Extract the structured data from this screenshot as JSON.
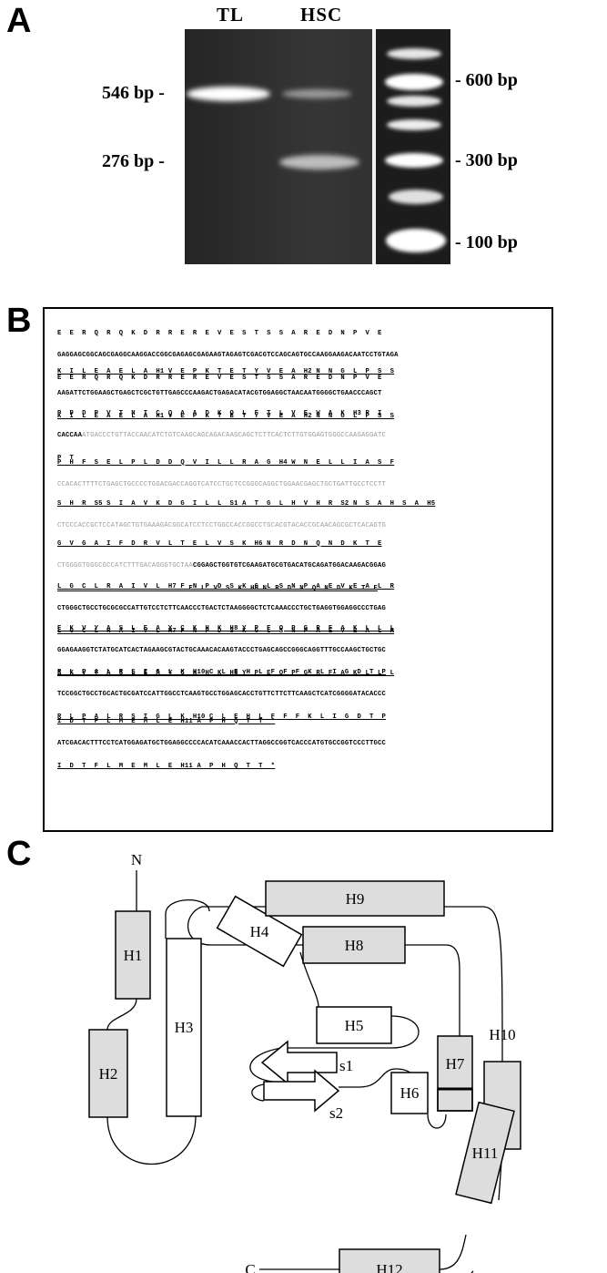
{
  "panels": {
    "a": "A",
    "b": "B",
    "c": "C"
  },
  "gel": {
    "lanes": [
      "TL",
      "HSC"
    ],
    "left_sizes": [
      "546 bp -",
      "276 bp -"
    ],
    "ladder_sizes": [
      "- 600 bp",
      "- 300 bp",
      "- 100 bp"
    ]
  },
  "sequence": {
    "blocks": [
      {
        "aa1": "E  E  R  Q  R  Q  K  D  R  R  E  R  E  V  E  S  T  S  S  A  R  E  D  N  P  V  E",
        "nt": "GAGGAGCGGCAGCGAGGCAAGGACCGGCGAGAGCGAGAAGTAGAGTCGACGTCCAGCAGTGCCAAGGAAGACAATCCTGTAGA",
        "aa2": "E  E  R  Q  R  Q  K  D  R  R  E  R  E  V  E  S  T  S  S  A  R  E  D  N  P  V  E"
      },
      {
        "aa1": "K  I  L  E  A  E  L  A  H1 V  E  P  K  T  E  T  Y  V  E  A  H2 N  N  G  L  P  S  S",
        "nt": "AAGATTCTGGAAGCTGAGCTCGCTGTTGAGCCCAAGACTGAGACATACGTGGAGGCTAACAATGGGGCTGAACCCAGCT",
        "aa2": "K  I  L  E  A  E  L  A  H1 V  E  P  K  T  E  T  Y  V  E  A  H2 N  N  G  L  P  S  S"
      },
      {
        "aa1": "P  P  D  P  V  T  N  I  C  Q  A  A  D  K  Q  L  F  T  L  V  E  W  A  K  H3 R  I",
        "nt": "CACCAA",
        "nt_gray": "ATGACCCTGTTACCAACATCTGTCAAGCAGCAGACAAGCAGCTCTTCACTCTTGTGGAGTGGGCCAAGAGGATC",
        "aa2": "P  T"
      },
      {
        "aa1": "P  H  F  S  E  L  P  L  D  D  Q  V  I  L  L  R  A  G  H4 W  N  E  L  L  I  A  S  F",
        "nt_gray": "CCACACTTTTCTGAGCTGCCCCTGGACGACCAGGTCATCCTGCTCCGGGCAGGCTGGAACGAGCTGCTGATTGCCTCCTT",
        "aa2": ""
      },
      {
        "aa1": "S  H  R  S5 S  I  A  V  K  D  G  I  L  L  S1 A  T  G  L  H  V  H  R  S2 N  S  A  H  S  A  H5",
        "nt_gray": "CTCCCACCGCTCCATAGCTGTGAAAGACGGCATCCTCCTGGCCACCGGCCTGCACGTACACCGCAACAGCGCTCACAGTG",
        "aa2": ""
      },
      {
        "aa1": "G  V  G  A  I  F  D  R  V  L  T  E  L  V  S  K  H6 N  R  D  N  Q  N  D  K  T  E",
        "nt_gray": "CTGGGGTGGGCGCCATCTTTGACAGGGTGCTAA",
        "nt": "CGGAGCTGGTGTCGAAGATGCGTGACATGCAGATGGACAAGACGGAG",
        "aa2": "                                E  L  V  S  K  H6 N  R  D  N  Q  N  D  K  T  E"
      },
      {
        "aa1": "L  G  C  L  R  A  I  V  L  H7 F  N  P  D  S  K  G  L  S  N  P  A  E  V  E  A  L  R",
        "nt": "CTGGGCTGCCTGCGCGCCATTGTCCTCTTCAACCCTGACTCTAAGGGGCTCTCAAACCCTGCTGAGGTGGAGGCCCTGAG",
        "aa2": "L  G  C  L  R  A  I  V  L  H7 F  N  P  D  S  K  G  L  S  N  P  A  E  V  E  A  L  R"
      },
      {
        "aa1": "E  K  V  Y  A  S  L  E  A  Y  C  K  H  K  H8 Y  P  E  Q  P  G  R  F  A  K  L  L  L",
        "nt": "GGAGAAGGTCTATGCATCACTAGAAGCGTACTGCAAACACAAGTACCCTGAGCAGCCGGGCAGGTTTGCCAAGCTGCTGC",
        "aa2": "E  K  V  Y  A  S  L  E  A  Y  C  K  H  K  H8 Y  P  E  Q  P  G  R  F  A  K  L  L  L"
      },
      {
        "aa1": "R  L  P  A  L  R  S  I  G  L  K  H10 C  L  E  H  L  F  F  F  K  L  I  G  D  T  P",
        "nt": "TCCGGCTGCCTGCACTGCGATCCATTGGCCTCAAGTGCCTGGAGCACCTGTTCTTCTTCAAGCTCATCGGGGATACACCC",
        "aa2": "R  L  P  A  L  R  S  I  G  L  K  H10 C  L  E  H  L  F  F  F  K  L  I  G  D  T  P"
      },
      {
        "aa1": "I  D  T  F  L  M  E  M  L  E  H11 A  P  H  Q  T  T  *",
        "nt": "ATCGACACTTTCCTCATGGAGATGCTGGAGGCCCCACATCAAACCACTTAGGCCGGTCACCCATGTGCCGGTCCCTTGCC",
        "aa2": "I  D  T  F  L  M  E  M  L  E  H11 A  P  H  Q  T  T  *"
      }
    ]
  },
  "topology": {
    "n_terminus": "N",
    "c_terminus": "C",
    "helices": [
      "H1",
      "H2",
      "H3",
      "H4",
      "H5",
      "H6",
      "H7",
      "H8",
      "H9",
      "H10",
      "H11",
      "H12"
    ],
    "strands": [
      "s1",
      "s2"
    ],
    "colors": {
      "shaded": "#dddddd",
      "open": "#ffffff",
      "line": "#000000"
    }
  }
}
